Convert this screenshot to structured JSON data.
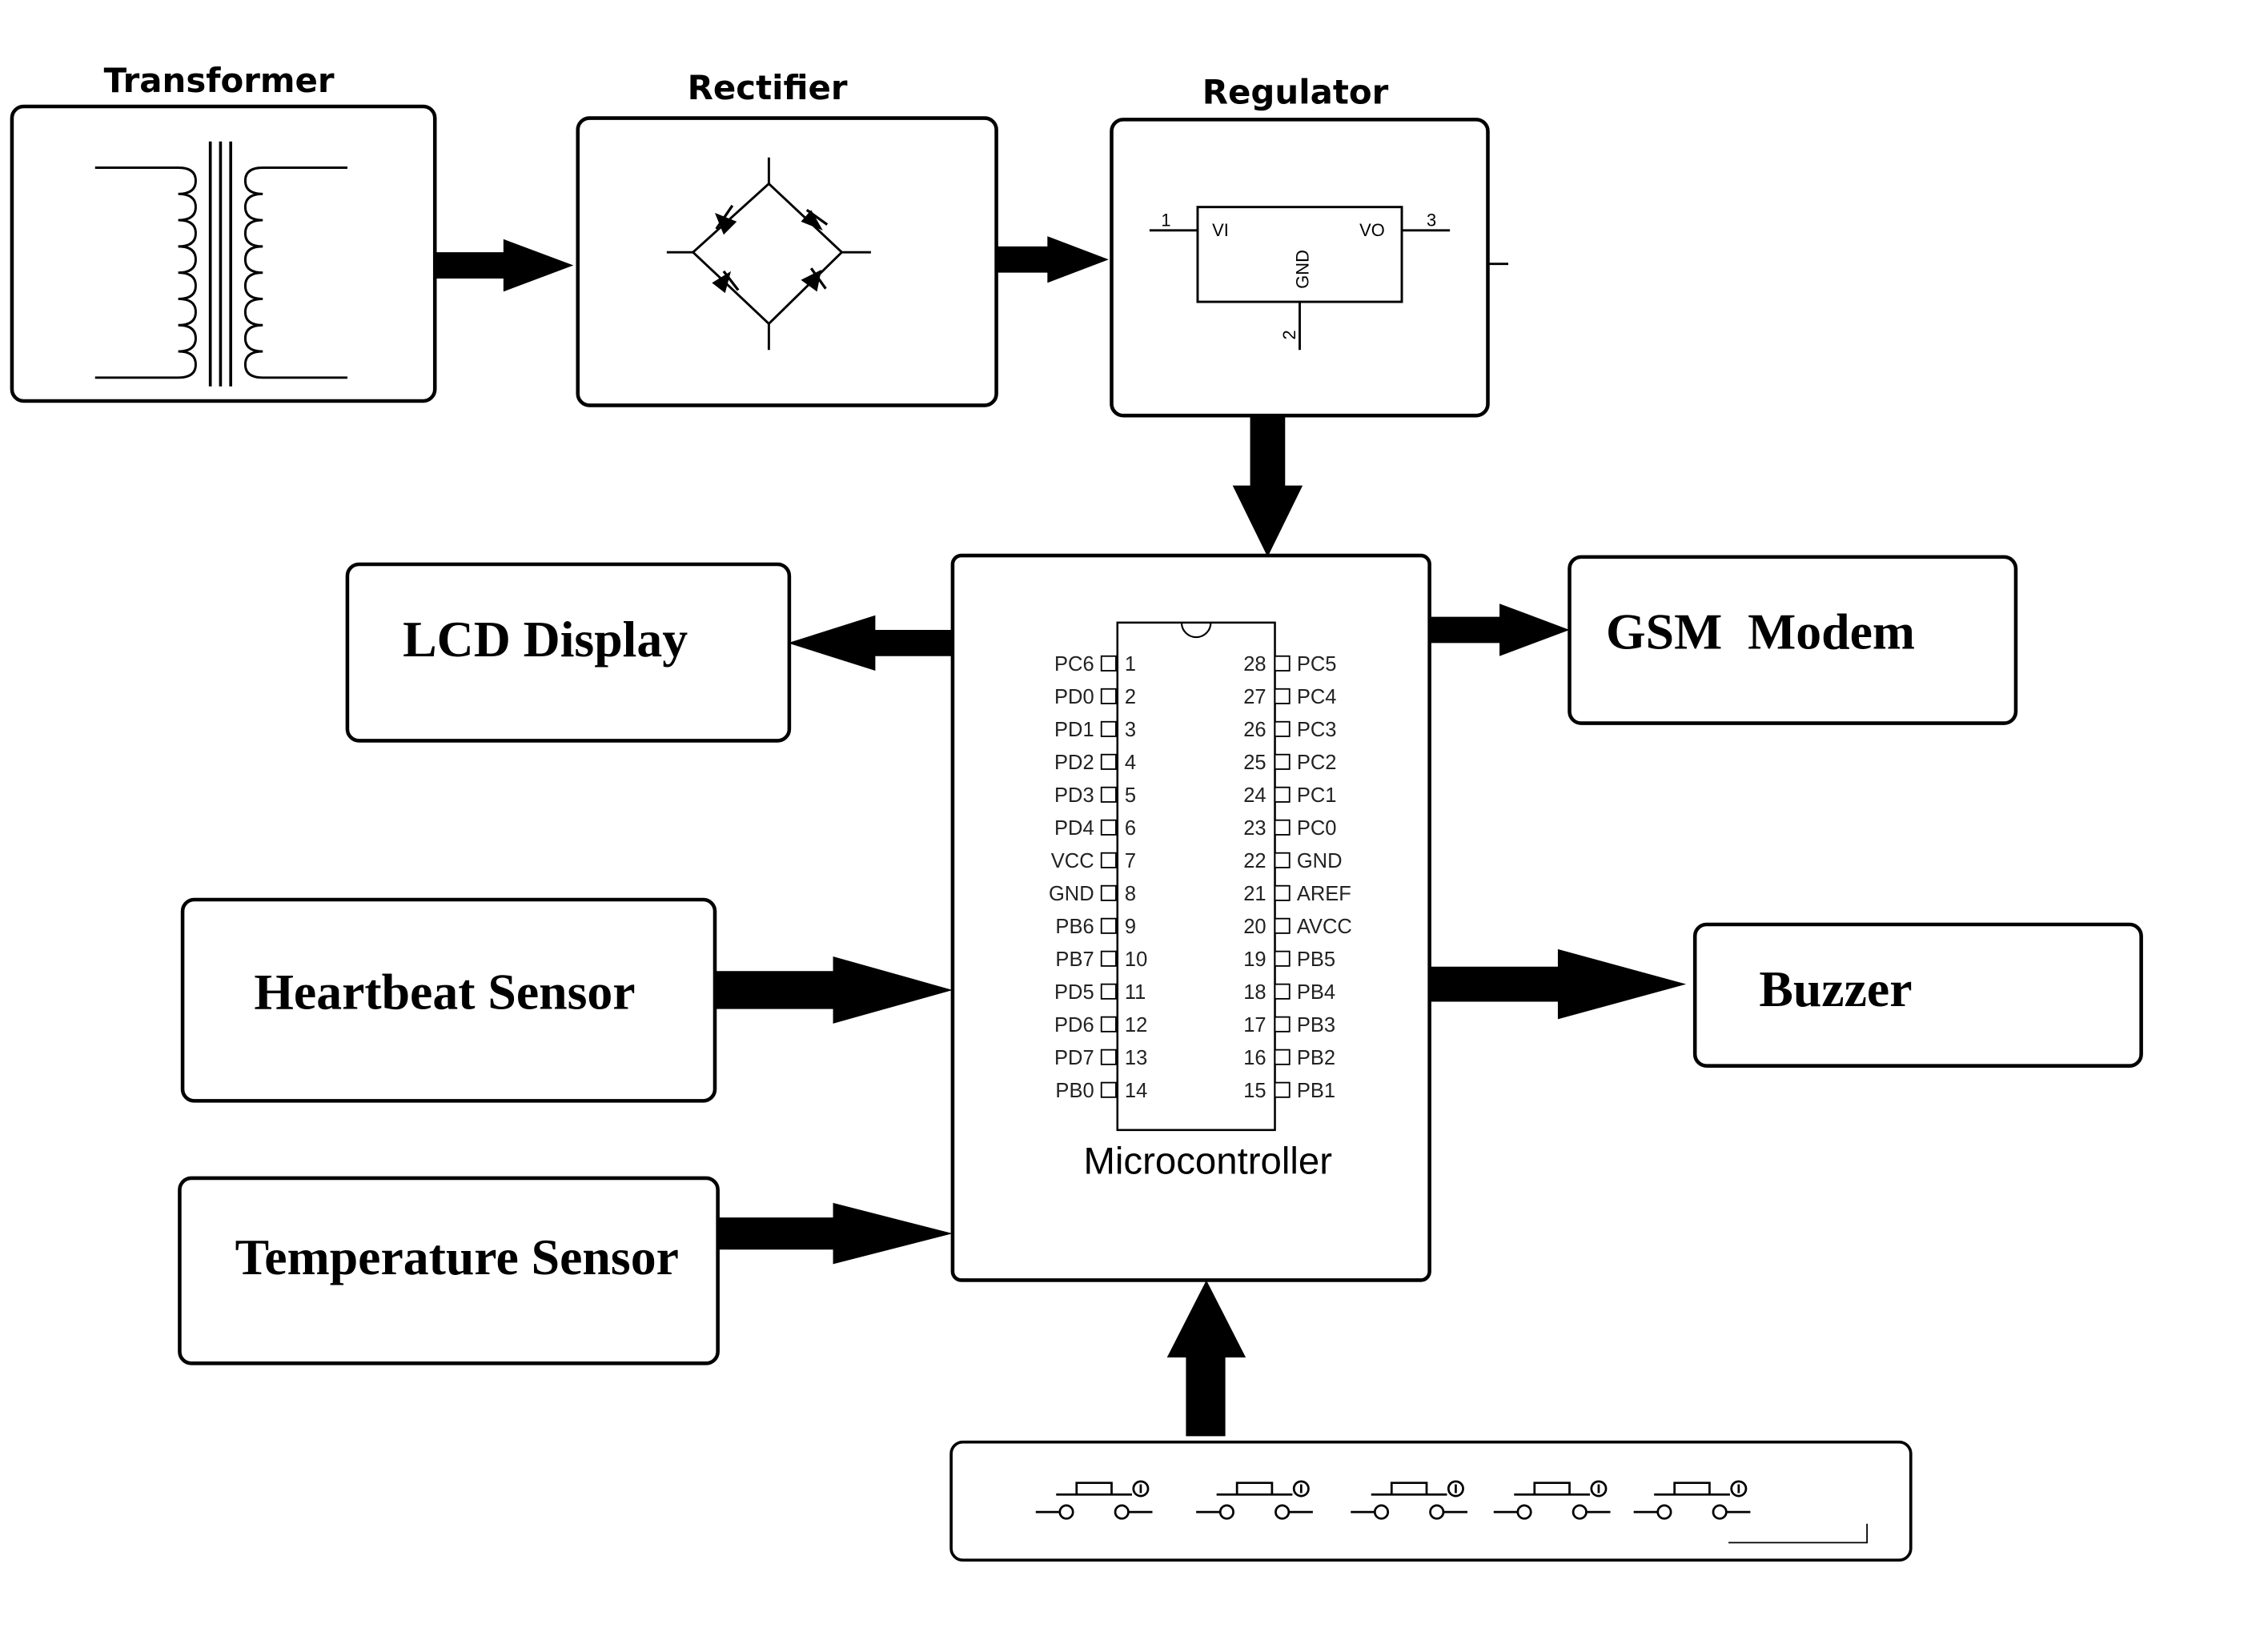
{
  "blocks": {
    "transformer": "Transformer",
    "rectifier": "Rectifier",
    "regulator": "Regulator",
    "lcd": "LCD Display",
    "gsm": "GSM  Modem",
    "heartbeat": "Heartbeat Sensor",
    "temperature": "Temperature Sensor",
    "buzzer": "Buzzer",
    "microcontroller": "Microcontroller"
  },
  "regulator_pins": {
    "in_num": "1",
    "in_name": "VI",
    "out_num": "3",
    "out_name": "VO",
    "gnd_name": "GND",
    "gnd_num": "2"
  },
  "mcu_pins_left": [
    {
      "name": "PC6",
      "num": "1"
    },
    {
      "name": "PD0",
      "num": "2"
    },
    {
      "name": "PD1",
      "num": "3"
    },
    {
      "name": "PD2",
      "num": "4"
    },
    {
      "name": "PD3",
      "num": "5"
    },
    {
      "name": "PD4",
      "num": "6"
    },
    {
      "name": "VCC",
      "num": "7"
    },
    {
      "name": "GND",
      "num": "8"
    },
    {
      "name": "PB6",
      "num": "9"
    },
    {
      "name": "PB7",
      "num": "10"
    },
    {
      "name": "PD5",
      "num": "11"
    },
    {
      "name": "PD6",
      "num": "12"
    },
    {
      "name": "PD7",
      "num": "13"
    },
    {
      "name": "PB0",
      "num": "14"
    }
  ],
  "mcu_pins_right": [
    {
      "name": "PC5",
      "num": "28"
    },
    {
      "name": "PC4",
      "num": "27"
    },
    {
      "name": "PC3",
      "num": "26"
    },
    {
      "name": "PC2",
      "num": "25"
    },
    {
      "name": "PC1",
      "num": "24"
    },
    {
      "name": "PC0",
      "num": "23"
    },
    {
      "name": "GND",
      "num": "22"
    },
    {
      "name": "AREF",
      "num": "21"
    },
    {
      "name": "AVCC",
      "num": "20"
    },
    {
      "name": "PB5",
      "num": "19"
    },
    {
      "name": "PB4",
      "num": "18"
    },
    {
      "name": "PB3",
      "num": "17"
    },
    {
      "name": "PB2",
      "num": "16"
    },
    {
      "name": "PB1",
      "num": "15"
    }
  ],
  "switch_count": 5
}
